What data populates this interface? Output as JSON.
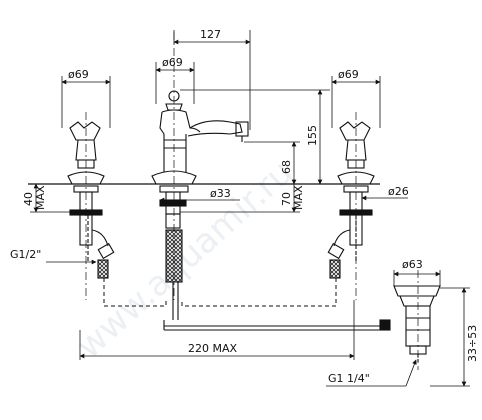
{
  "drawing": {
    "watermark": "www.aquamir.ru",
    "dims": {
      "top_offset": "127",
      "left_handle_dia": "ø69",
      "spout_dia": "ø69",
      "right_handle_dia": "ø69",
      "height_155": "155",
      "height_68": "68",
      "max_40": "40",
      "max_40_sub": "MAX",
      "max_70": "70",
      "max_70_sub": "MAX",
      "hole_33": "ø33",
      "hole_26": "ø26",
      "thread_left": "G1/2\"",
      "drain_dia": "ø63",
      "width_220": "220 MAX",
      "thread_drain": "G1 1/4\"",
      "drain_height": "33÷53"
    }
  }
}
